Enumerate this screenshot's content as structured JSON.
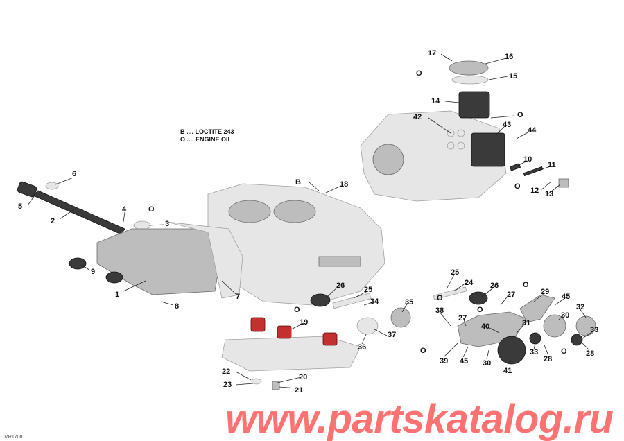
{
  "legend": {
    "b": "B .... LOCTITE 243",
    "o": "O .... ENGINE OIL"
  },
  "drawing_code": "07R1708",
  "watermark": "www.partskatalog.ru",
  "colors": {
    "watermark": "#ff3b3b",
    "parts": "#bdbdbd"
  },
  "callouts": [
    "17",
    "16",
    "O",
    "15",
    "14",
    "O",
    "42",
    "43",
    "44",
    "10",
    "11",
    "O",
    "12",
    "13",
    "B",
    "18",
    "6",
    "5",
    "4",
    "O",
    "3",
    "2",
    "9",
    "1",
    "7",
    "8",
    "26",
    "O",
    "25",
    "34",
    "35",
    "25",
    "24",
    "26",
    "27",
    "O",
    "O",
    "O",
    "29",
    "45",
    "32",
    "30",
    "33",
    "38",
    "27",
    "40",
    "31",
    "19",
    "37",
    "36",
    "O",
    "39",
    "45",
    "30",
    "41",
    "33",
    "28",
    "O",
    "28",
    "22",
    "20",
    "23",
    "21"
  ]
}
